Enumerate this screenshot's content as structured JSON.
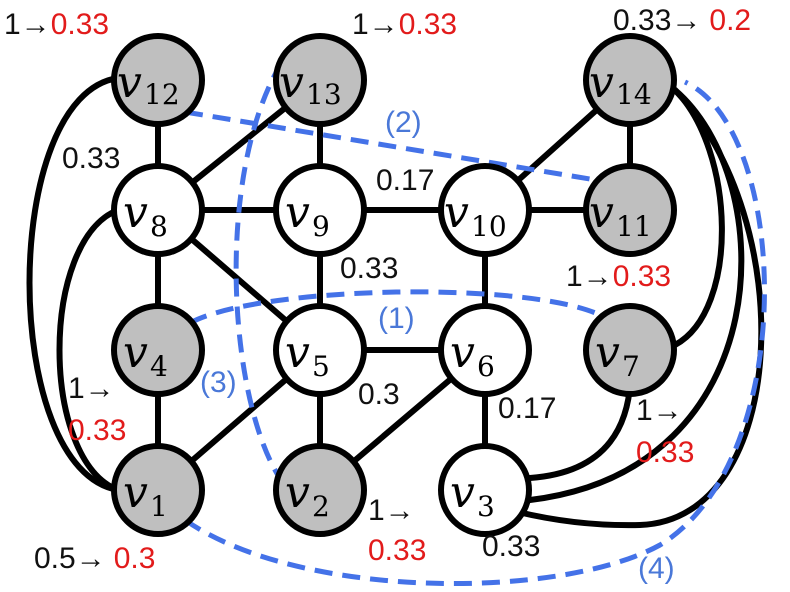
{
  "colors": {
    "gray_node": "#bfbfbf",
    "white_node": "#ffffff",
    "dashed_blue": "#4472e8",
    "red_value": "#e21b1b"
  },
  "nodes": [
    {
      "id": "v12",
      "name": "v",
      "sub": "12",
      "shaded": true
    },
    {
      "id": "v13",
      "name": "v",
      "sub": "13",
      "shaded": true
    },
    {
      "id": "v14",
      "name": "v",
      "sub": "14",
      "shaded": true
    },
    {
      "id": "v8",
      "name": "v",
      "sub": "8",
      "shaded": false
    },
    {
      "id": "v9",
      "name": "v",
      "sub": "9",
      "shaded": false
    },
    {
      "id": "v10",
      "name": "v",
      "sub": "10",
      "shaded": false
    },
    {
      "id": "v11",
      "name": "v",
      "sub": "11",
      "shaded": true
    },
    {
      "id": "v4",
      "name": "v",
      "sub": "4",
      "shaded": true
    },
    {
      "id": "v5",
      "name": "v",
      "sub": "5",
      "shaded": false
    },
    {
      "id": "v6",
      "name": "v",
      "sub": "6",
      "shaded": false
    },
    {
      "id": "v7",
      "name": "v",
      "sub": "7",
      "shaded": true
    },
    {
      "id": "v1",
      "name": "v",
      "sub": "1",
      "shaded": true
    },
    {
      "id": "v2",
      "name": "v",
      "sub": "2",
      "shaded": true
    },
    {
      "id": "v3",
      "name": "v",
      "sub": "3",
      "shaded": false
    }
  ],
  "edges": [
    [
      "v12",
      "v8"
    ],
    [
      "v13",
      "v8"
    ],
    [
      "v13",
      "v9"
    ],
    [
      "v14",
      "v10"
    ],
    [
      "v14",
      "v11"
    ],
    [
      "v8",
      "v9"
    ],
    [
      "v9",
      "v10"
    ],
    [
      "v10",
      "v11"
    ],
    [
      "v8",
      "v4"
    ],
    [
      "v8",
      "v5"
    ],
    [
      "v9",
      "v5"
    ],
    [
      "v10",
      "v6"
    ],
    [
      "v5",
      "v6"
    ],
    [
      "v4",
      "v1"
    ],
    [
      "v5",
      "v1"
    ],
    [
      "v5",
      "v2"
    ],
    [
      "v6",
      "v2"
    ],
    [
      "v6",
      "v3"
    ],
    [
      "v7",
      "v3"
    ]
  ],
  "curved_edges": [
    {
      "from": "v12",
      "to": "v1"
    },
    {
      "from": "v8",
      "to": "v1"
    },
    {
      "from": "v14",
      "to": "v7"
    },
    {
      "from": "v14",
      "to": "v3"
    },
    {
      "from": "v14",
      "to": "v3"
    }
  ],
  "dashed_paths": [
    {
      "label": "(1)",
      "between": [
        "v4",
        "v7"
      ]
    },
    {
      "label": "(2)",
      "between": [
        "v12",
        "v11"
      ]
    },
    {
      "label": "(3)",
      "between": [
        "v13",
        "v2"
      ]
    },
    {
      "label": "(4)",
      "between": [
        "v1",
        "v14"
      ]
    }
  ],
  "annotations": {
    "v12_prefix": "1→",
    "v12_value": "0.33",
    "v13_prefix": "1→",
    "v13_value": "0.33",
    "v14_prefix": "0.33→",
    "v14_value": "0.2",
    "v7_prefix": "1→",
    "v7_value": "0.33",
    "v4_prefix": "1→",
    "v4_value": "0.33",
    "v7_below_prefix": "1→",
    "v7_below_value": "0.33",
    "v2_prefix": "1→",
    "v2_value": "0.33",
    "v1_prefix": "0.5→",
    "v1_value": "0.3"
  },
  "edge_weights": {
    "w_v12_v8": "0.33",
    "w_v9_v10": "0.17",
    "w_v9_v5": "0.33",
    "w_v5_v2": "0.3",
    "w_v6_v3": "0.17",
    "w_v3_bottom": "0.33"
  },
  "path_labels": {
    "p1": "(1)",
    "p2": "(2)",
    "p3": "(3)",
    "p4": "(4)"
  }
}
